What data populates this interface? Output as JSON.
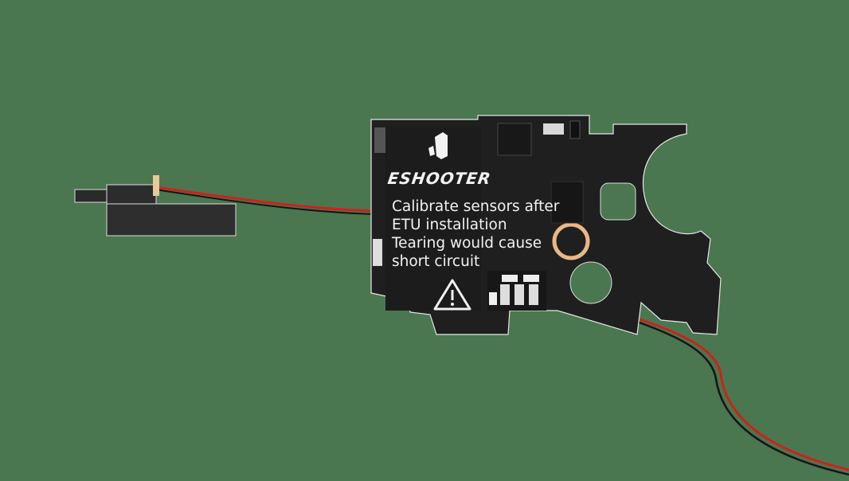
{
  "image": {
    "description": "Product render of an ESHOOTER electronic trigger unit PCB with a microswitch connector and red/black wires on a green background",
    "background_color": "#4a7650",
    "pcb_color": "#1e1e1e",
    "wire_colors": [
      "#d0201a",
      "#151515"
    ]
  },
  "pcb": {
    "brand": "ESHOOTER",
    "label_lines": [
      "Calibrate sensors after",
      "ETU installation",
      "Tearing would cause",
      "short circuit"
    ],
    "warning_icon": "warning-triangle-icon"
  }
}
